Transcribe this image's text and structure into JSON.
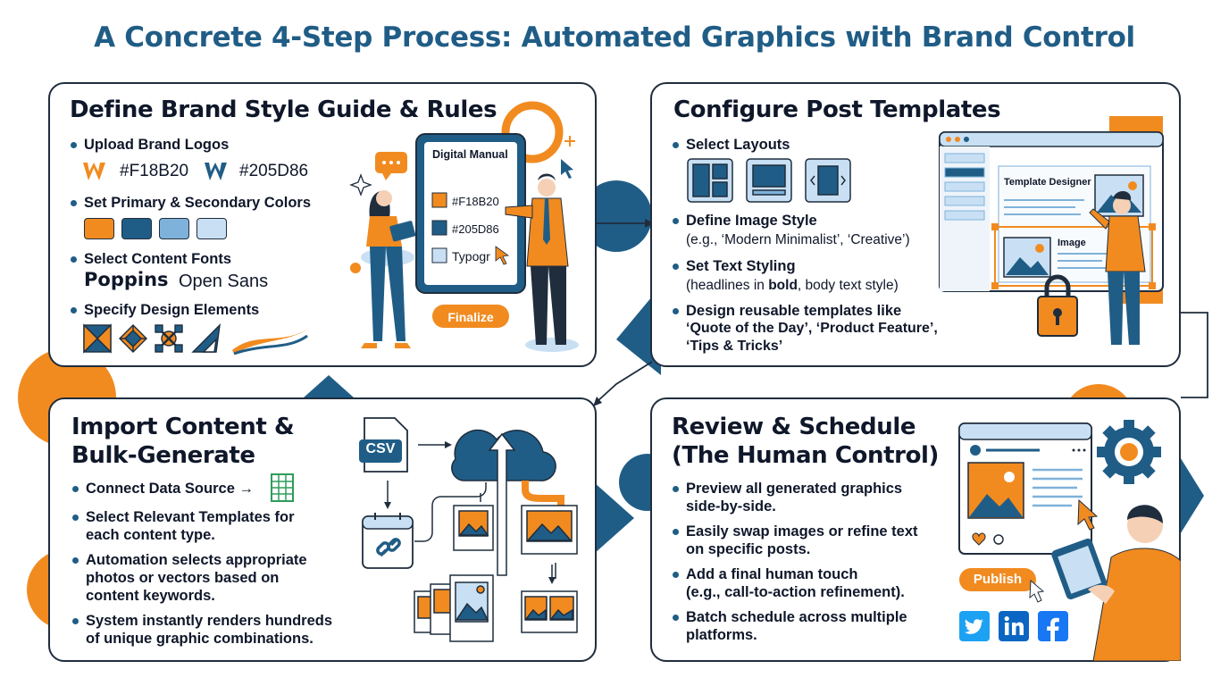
{
  "title": "A Concrete 4-Step Process: Automated Graphics with Brand Control",
  "colors": {
    "orange": "#F18B20",
    "navy": "#205D86",
    "light_blue": "#7FB2DA",
    "pale_blue": "#C9E0F4",
    "text": "#0f172a"
  },
  "step1": {
    "title": "Define Brand Style Guide & Rules",
    "bullets": [
      "Upload Brand Logos",
      "Set Primary & Secondary Colors",
      "Select Content Fonts",
      "Specify Design Elements"
    ],
    "logo_colors": [
      "#F18B20",
      "#205D86"
    ],
    "fonts": [
      "Poppins",
      "Open Sans"
    ],
    "tablet": {
      "heading": "Digital Manual",
      "rows": [
        "#F18B20",
        "#205D86",
        "Typogr"
      ],
      "button": "Finalize"
    }
  },
  "step2": {
    "title": "Configure Post Templates",
    "bullets": [
      {
        "head": "Select Layouts",
        "sub": []
      },
      {
        "head": "Define Image Style",
        "sub": [
          "(e.g., ‘Modern Minimalist’, ‘Creative’)"
        ]
      },
      {
        "head": "Set Text Styling",
        "sub": []
      },
      {
        "head": "Design reusable templates like",
        "sub": [
          "‘Quote of the Day’, ‘Product Feature’,",
          "‘Tips & Tricks’"
        ]
      }
    ],
    "text_styling": {
      "pre": "(headlines in ",
      "bold": "bold",
      "post": ", body text style)"
    },
    "window": {
      "label": "Template Designer",
      "image_label": "Image"
    }
  },
  "step3": {
    "title_lines": [
      "Import Content &",
      "Bulk-Generate"
    ],
    "bullets": [
      [
        "Connect Data Source →"
      ],
      [
        "Select Relevant Templates for",
        "each content type."
      ],
      [
        "Automation selects appropriate",
        "photos or vectors based on",
        "content keywords."
      ],
      [
        "System instantly renders hundreds",
        "of unique graphic combinations."
      ]
    ],
    "file_label": "CSV"
  },
  "step4": {
    "title_lines": [
      "Review & Schedule",
      "(The Human Control)"
    ],
    "bullets": [
      [
        "Preview all generated graphics",
        "side-by-side."
      ],
      [
        "Easily swap images or refine text",
        "on specific posts."
      ],
      [
        "Add a final human touch",
        "(e.g., call-to-action refinement)."
      ],
      [
        "Batch schedule across multiple",
        "platforms."
      ]
    ],
    "button": "Publish",
    "social": [
      "twitter-icon",
      "linkedin-icon",
      "facebook-icon"
    ]
  }
}
